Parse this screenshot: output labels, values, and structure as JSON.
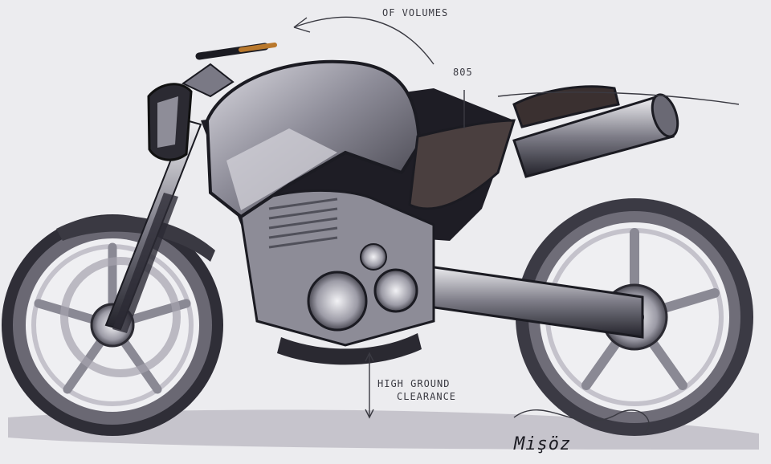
{
  "annotations": {
    "top_note_line1": "",
    "top_note_line2": "OF VOLUMES",
    "seat_height": "805",
    "clearance_line1": "HIGH GROUND",
    "clearance_line2": "CLEARANCE"
  },
  "signature": "Mişöz",
  "colors": {
    "paper": "#ececef",
    "ink": "#1b1b22",
    "metal": "#8f8e9a",
    "seat": "#4a3f3f",
    "shadow": "#b7b4bd"
  }
}
